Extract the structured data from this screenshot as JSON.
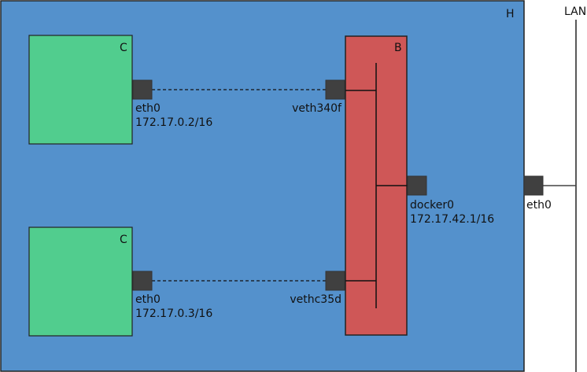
{
  "host": {
    "label": "H",
    "color": "#5491cc"
  },
  "lan": {
    "label": "LAN"
  },
  "host_interface": {
    "name": "eth0"
  },
  "bridge": {
    "label": "B",
    "color": "#cf5757",
    "interface": {
      "name": "docker0",
      "ip": "172.17.42.1/16"
    }
  },
  "containers": [
    {
      "label": "C",
      "color": "#51cd8e",
      "interface": {
        "name": "eth0",
        "ip": "172.17.0.2/16"
      },
      "veth": "veth340f"
    },
    {
      "label": "C",
      "color": "#51cd8e",
      "interface": {
        "name": "eth0",
        "ip": "172.17.0.3/16"
      },
      "veth": "vethc35d"
    }
  ],
  "port_color": "#404040"
}
